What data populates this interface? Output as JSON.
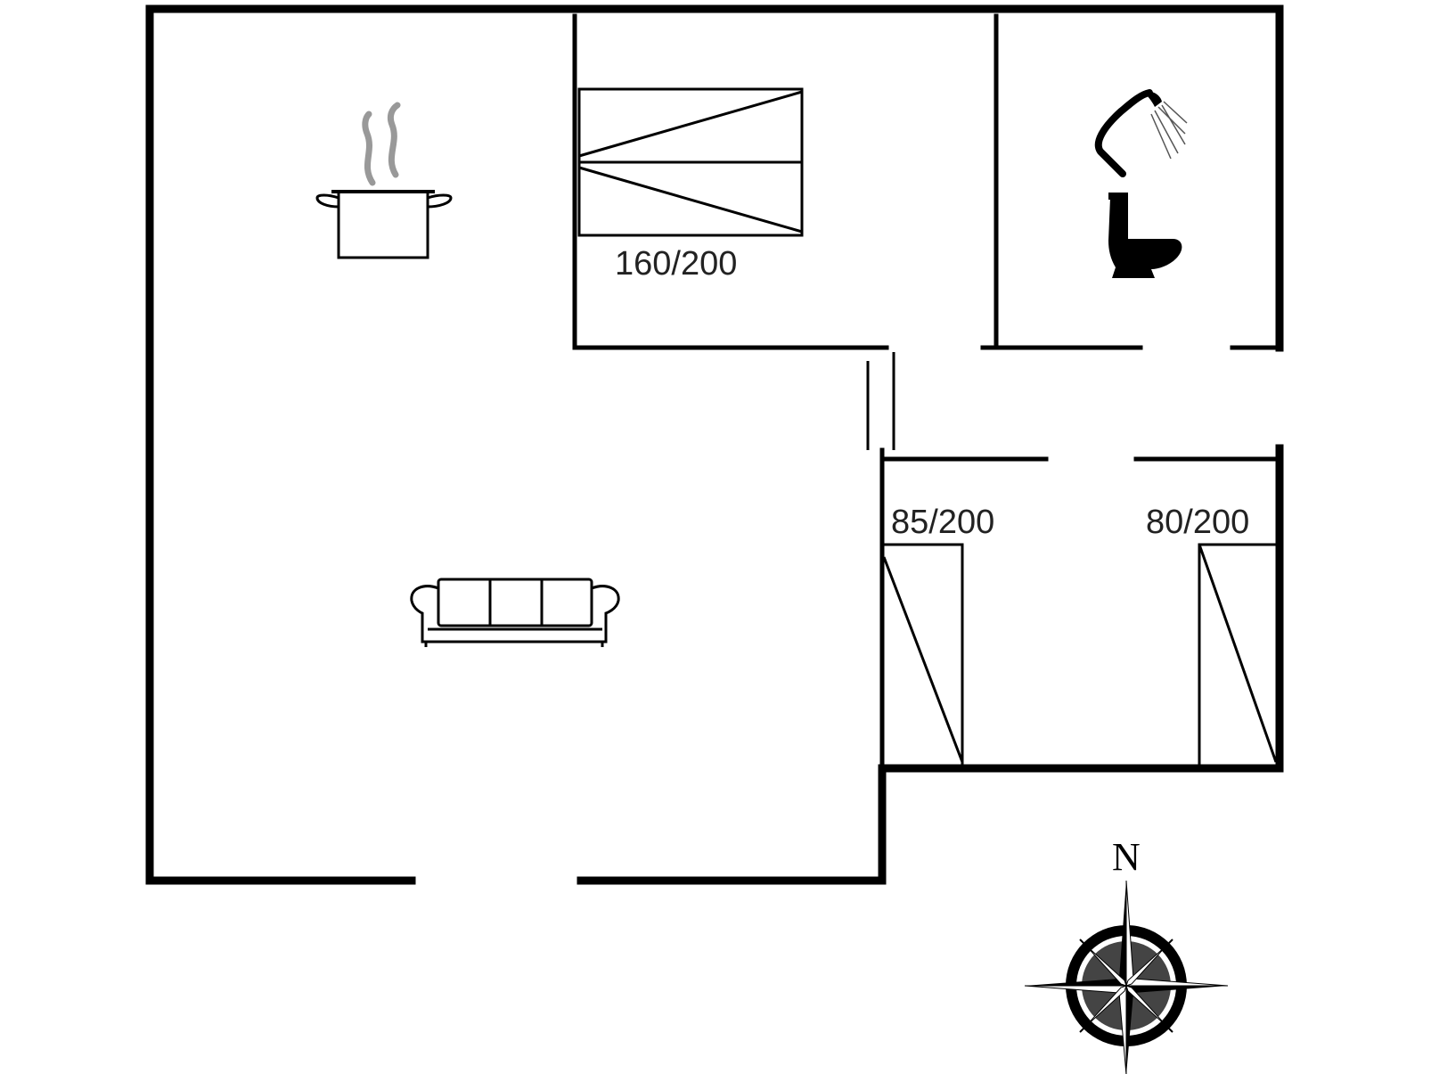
{
  "floorplan": {
    "beds": [
      {
        "id": "double",
        "label": "160/200"
      },
      {
        "id": "single-a",
        "label": "85/200"
      },
      {
        "id": "single-b",
        "label": "80/200"
      }
    ],
    "compass": {
      "north_label": "N"
    },
    "icons": [
      "cooking-pot-icon",
      "shower-icon",
      "toilet-icon",
      "sofa-icon",
      "compass-rose-icon"
    ]
  }
}
